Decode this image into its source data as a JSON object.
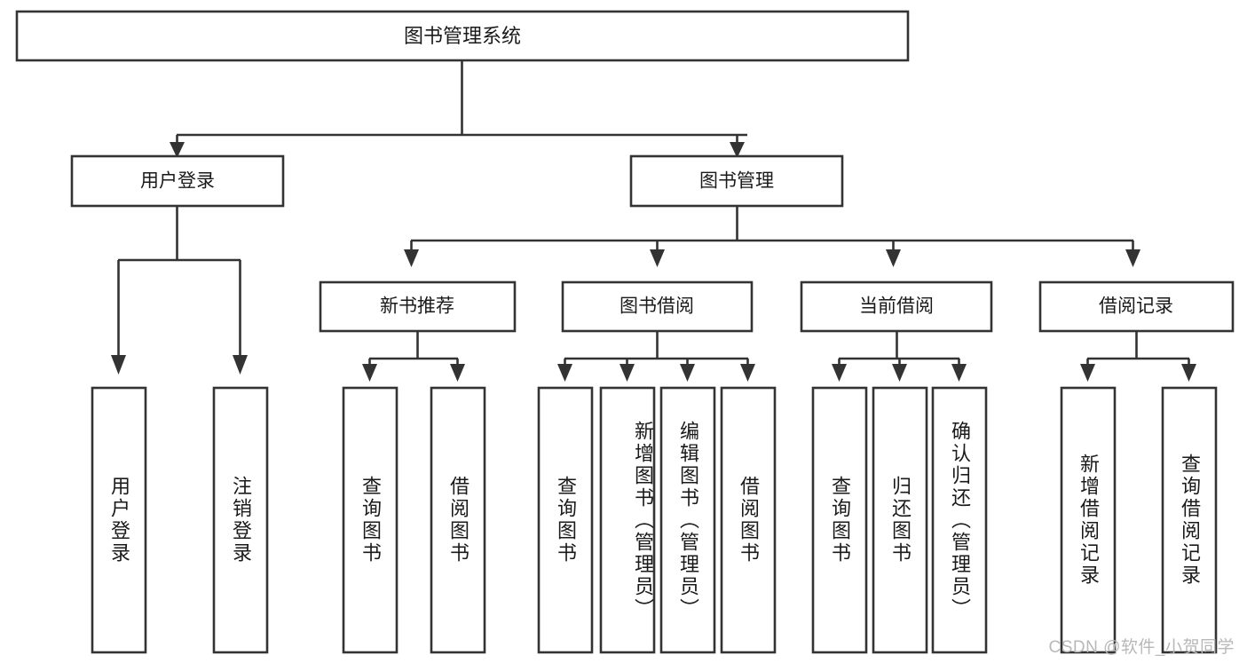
{
  "diagram": {
    "type": "tree",
    "title": "图书管理系统",
    "orientation": "top-down",
    "colors": {
      "box_stroke": "#333333",
      "box_fill": "#ffffff",
      "text": "#1a1a1a",
      "background": "#ffffff",
      "watermark": "#b8b8b8"
    },
    "levels": {
      "root": {
        "label": "图书管理系统"
      },
      "level1": [
        {
          "label": "用户登录"
        },
        {
          "label": "图书管理"
        }
      ],
      "level2": [
        {
          "label": "新书推荐"
        },
        {
          "label": "图书借阅"
        },
        {
          "label": "当前借阅"
        },
        {
          "label": "借阅记录"
        }
      ]
    },
    "leaves": {
      "user_login": [
        {
          "label": "用户登录"
        },
        {
          "label": "注销登录"
        }
      ],
      "new_book_recommend": [
        {
          "label": "查询图书"
        },
        {
          "label": "借阅图书"
        }
      ],
      "book_borrow": [
        {
          "label": "查询图书"
        },
        {
          "label": "新增图书（管理员）"
        },
        {
          "label": "编辑图书（管理员）"
        },
        {
          "label": "借阅图书"
        }
      ],
      "current_borrow": [
        {
          "label": "查询图书"
        },
        {
          "label": "归还图书"
        },
        {
          "label": "确认归还（管理员）"
        }
      ],
      "borrow_record": [
        {
          "label": "新增借阅记录"
        },
        {
          "label": "查询借阅记录"
        }
      ]
    }
  },
  "watermark": {
    "text": "CSDN @软件_小贺同学"
  }
}
